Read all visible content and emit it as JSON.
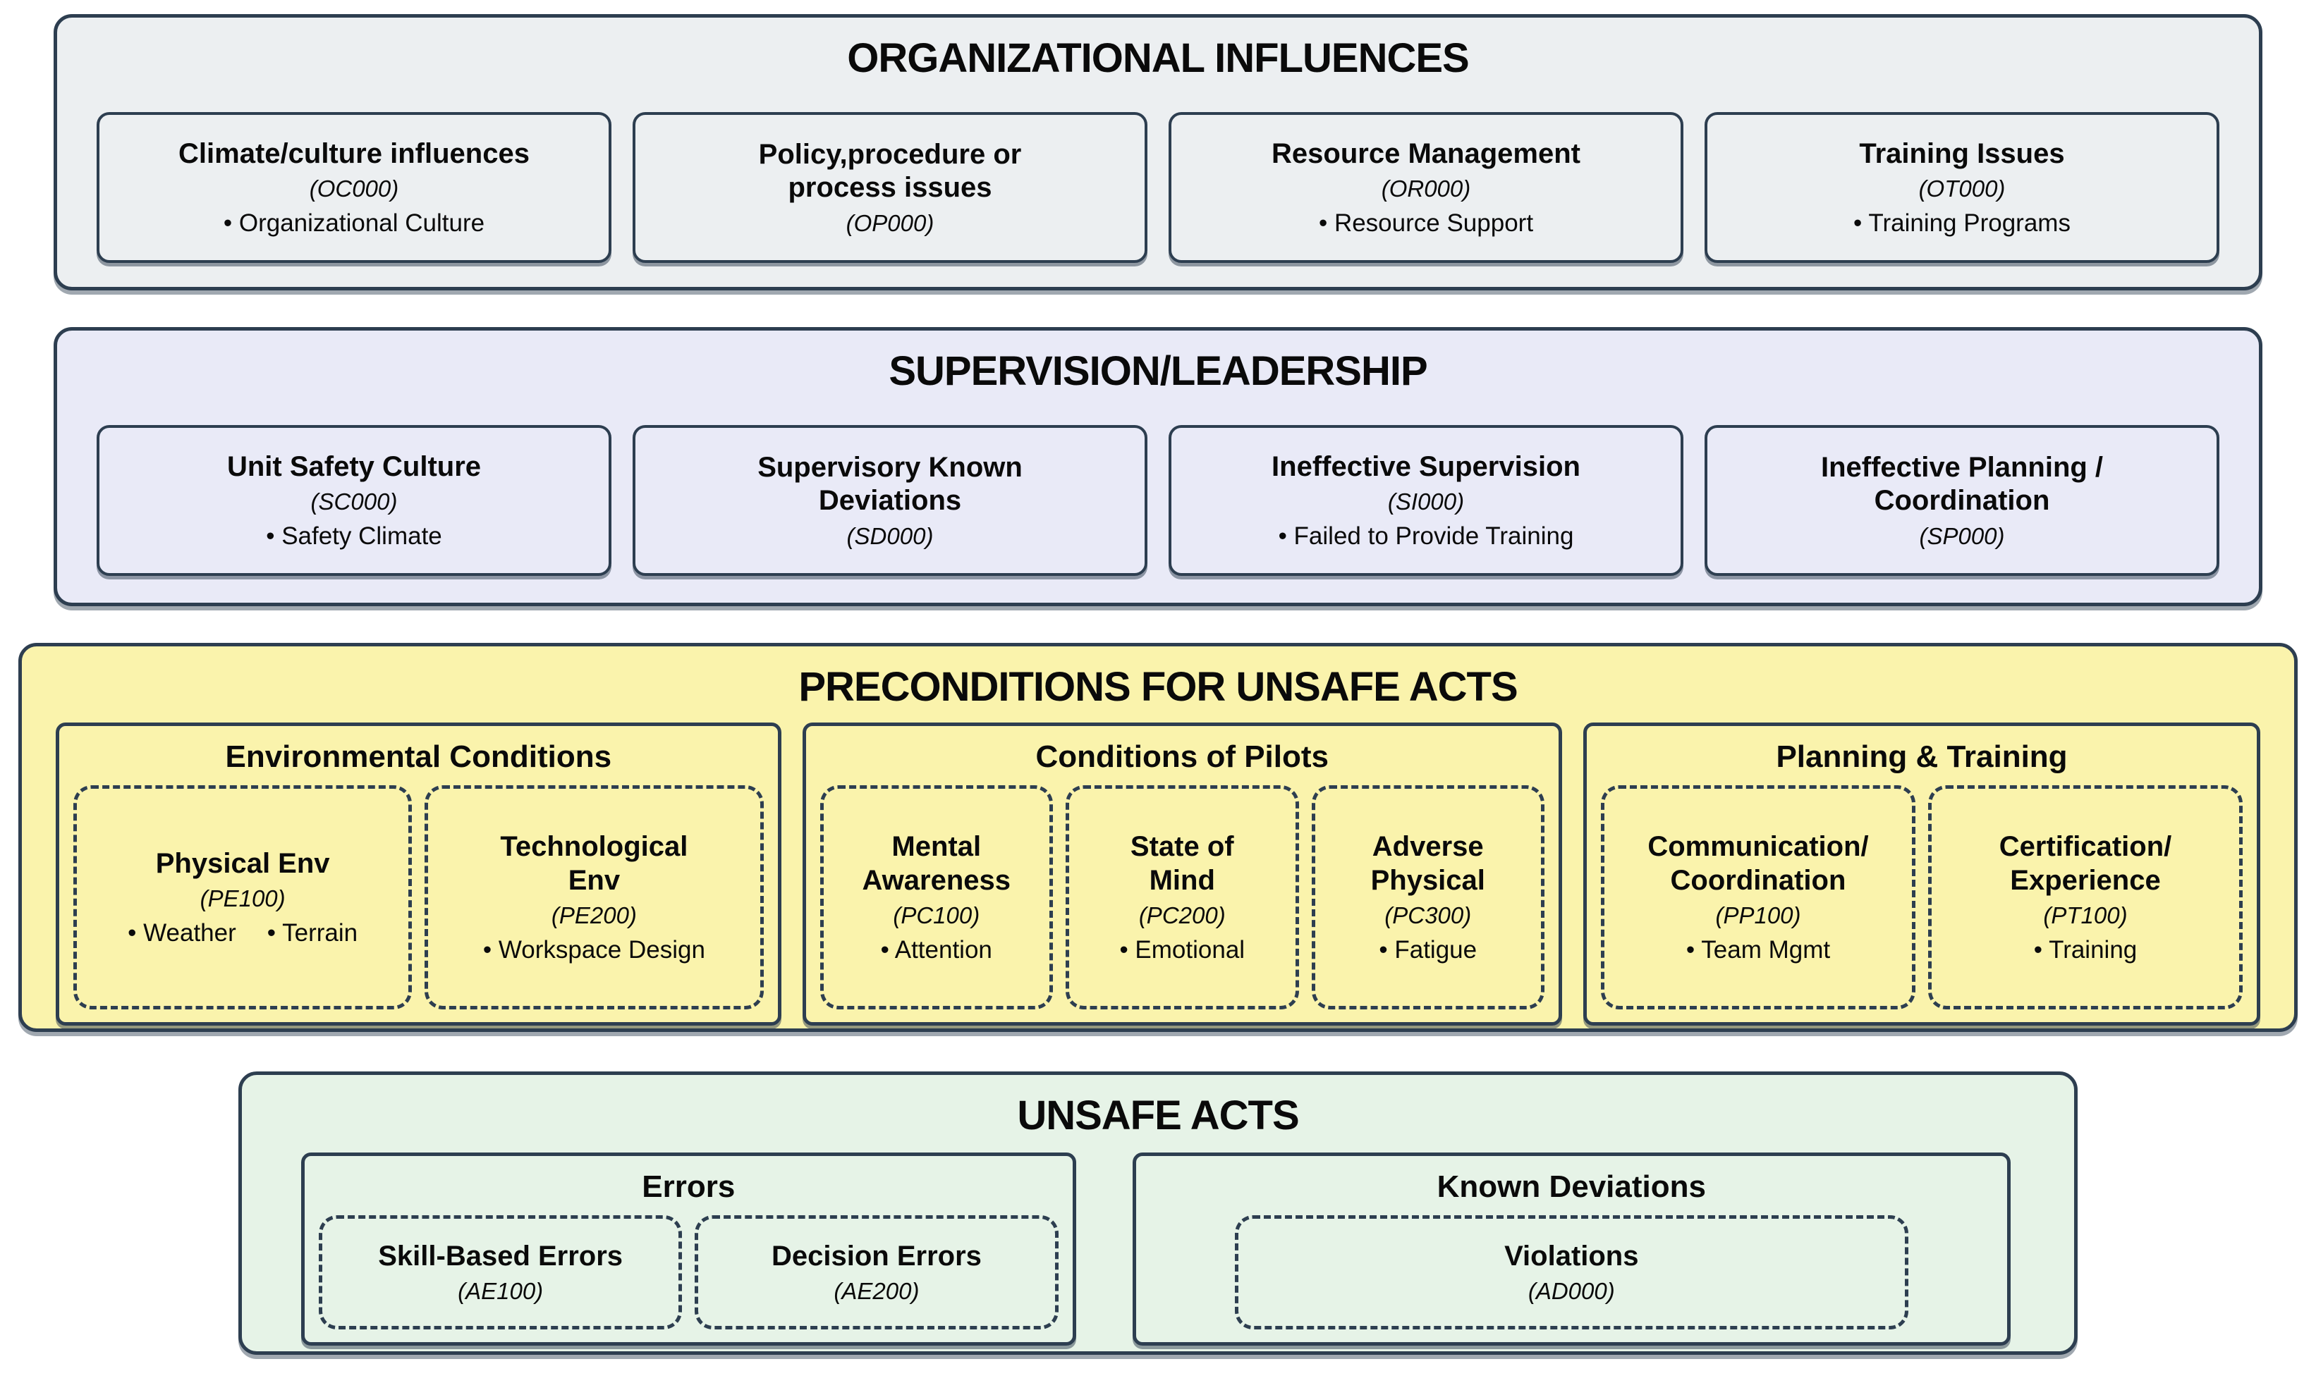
{
  "palette": {
    "border": "#2D3E50",
    "organizational_bg": "#ECEFF1",
    "supervision_bg": "#E9EAF7",
    "preconditions_bg": "#FAF3AC",
    "unsafe_acts_bg": "#E6F3E7"
  },
  "diagram": {
    "layers": [
      {
        "title": "ORGANIZATIONAL INFLUENCES",
        "boxes": [
          {
            "title": "Climate/culture influences",
            "code": "(OC000)",
            "bullets": [
              "Organizational Culture"
            ]
          },
          {
            "title": "Policy,procedure or\nprocess issues",
            "code": "(OP000)",
            "bullets": []
          },
          {
            "title": "Resource Management",
            "code": "(OR000)",
            "bullets": [
              "Resource Support"
            ]
          },
          {
            "title": "Training Issues",
            "code": "(OT000)",
            "bullets": [
              "Training Programs"
            ]
          }
        ]
      },
      {
        "title": "SUPERVISION/LEADERSHIP",
        "boxes": [
          {
            "title": "Unit Safety Culture",
            "code": "(SC000)",
            "bullets": [
              "Safety Climate"
            ]
          },
          {
            "title": "Supervisory Known\nDeviations",
            "code": "(SD000)",
            "bullets": []
          },
          {
            "title": "Ineffective Supervision",
            "code": "(SI000)",
            "bullets": [
              "Failed to Provide Training"
            ]
          },
          {
            "title": "Ineffective Planning /\nCoordination",
            "code": "(SP000)",
            "bullets": []
          }
        ]
      },
      {
        "title": "PRECONDITIONS FOR UNSAFE ACTS",
        "groups": [
          {
            "title": "Environmental Conditions",
            "boxes": [
              {
                "title": "Physical Env",
                "code": "(PE100)",
                "bullets": [
                  "Weather",
                  "Terrain"
                ]
              },
              {
                "title": "Technological\nEnv",
                "code": "(PE200)",
                "bullets": [
                  "Workspace Design"
                ]
              }
            ]
          },
          {
            "title": "Conditions of Pilots",
            "boxes": [
              {
                "title": "Mental\nAwareness",
                "code": "(PC100)",
                "bullets": [
                  "Attention"
                ]
              },
              {
                "title": "State of\nMind",
                "code": "(PC200)",
                "bullets": [
                  "Emotional"
                ]
              },
              {
                "title": "Adverse\nPhysical",
                "code": "(PC300)",
                "bullets": [
                  "Fatigue"
                ]
              }
            ]
          },
          {
            "title": "Planning & Training",
            "boxes": [
              {
                "title": "Communication/\nCoordination",
                "code": "(PP100)",
                "bullets": [
                  "Team Mgmt"
                ]
              },
              {
                "title": "Certification/\nExperience",
                "code": "(PT100)",
                "bullets": [
                  "Training"
                ]
              }
            ]
          }
        ]
      },
      {
        "title": "UNSAFE ACTS",
        "groups": [
          {
            "title": "Errors",
            "boxes": [
              {
                "title": "Skill-Based Errors",
                "code": "(AE100)",
                "bullets": []
              },
              {
                "title": "Decision Errors",
                "code": "(AE200)",
                "bullets": []
              }
            ]
          },
          {
            "title": "Known Deviations",
            "boxes": [
              {
                "title": "Violations",
                "code": "(AD000)",
                "bullets": []
              }
            ]
          }
        ]
      }
    ]
  }
}
